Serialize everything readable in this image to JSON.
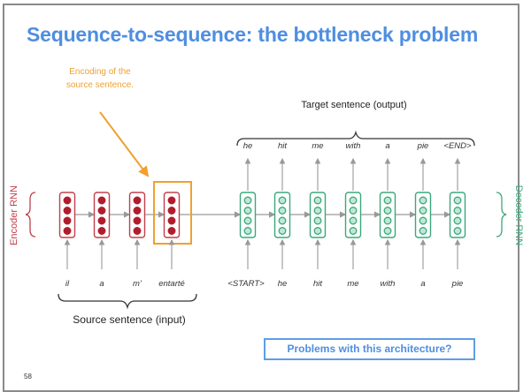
{
  "title": "Sequence-to-sequence: the bottleneck problem",
  "encoding_note": [
    "Encoding of the",
    "source sentence."
  ],
  "target_label": "Target sentence (output)",
  "source_label": "Source sentence (input)",
  "encoder_label": "Encoder RNN",
  "decoder_label": "Decoder RNN",
  "output_words": [
    "he",
    "hit",
    "me",
    "with",
    "a",
    "pie",
    "<END>"
  ],
  "encoder_inputs": [
    "il",
    "a",
    "m’",
    "entarté"
  ],
  "decoder_inputs": [
    "<START>",
    "he",
    "hit",
    "me",
    "with",
    "a",
    "pie"
  ],
  "problems_button": "Problems with this architecture?",
  "page_number": "58",
  "colors": {
    "title": "#4f8ee0",
    "encoder": "#c0404a",
    "decoder": "#3aa87a",
    "highlight": "#f0a030"
  }
}
